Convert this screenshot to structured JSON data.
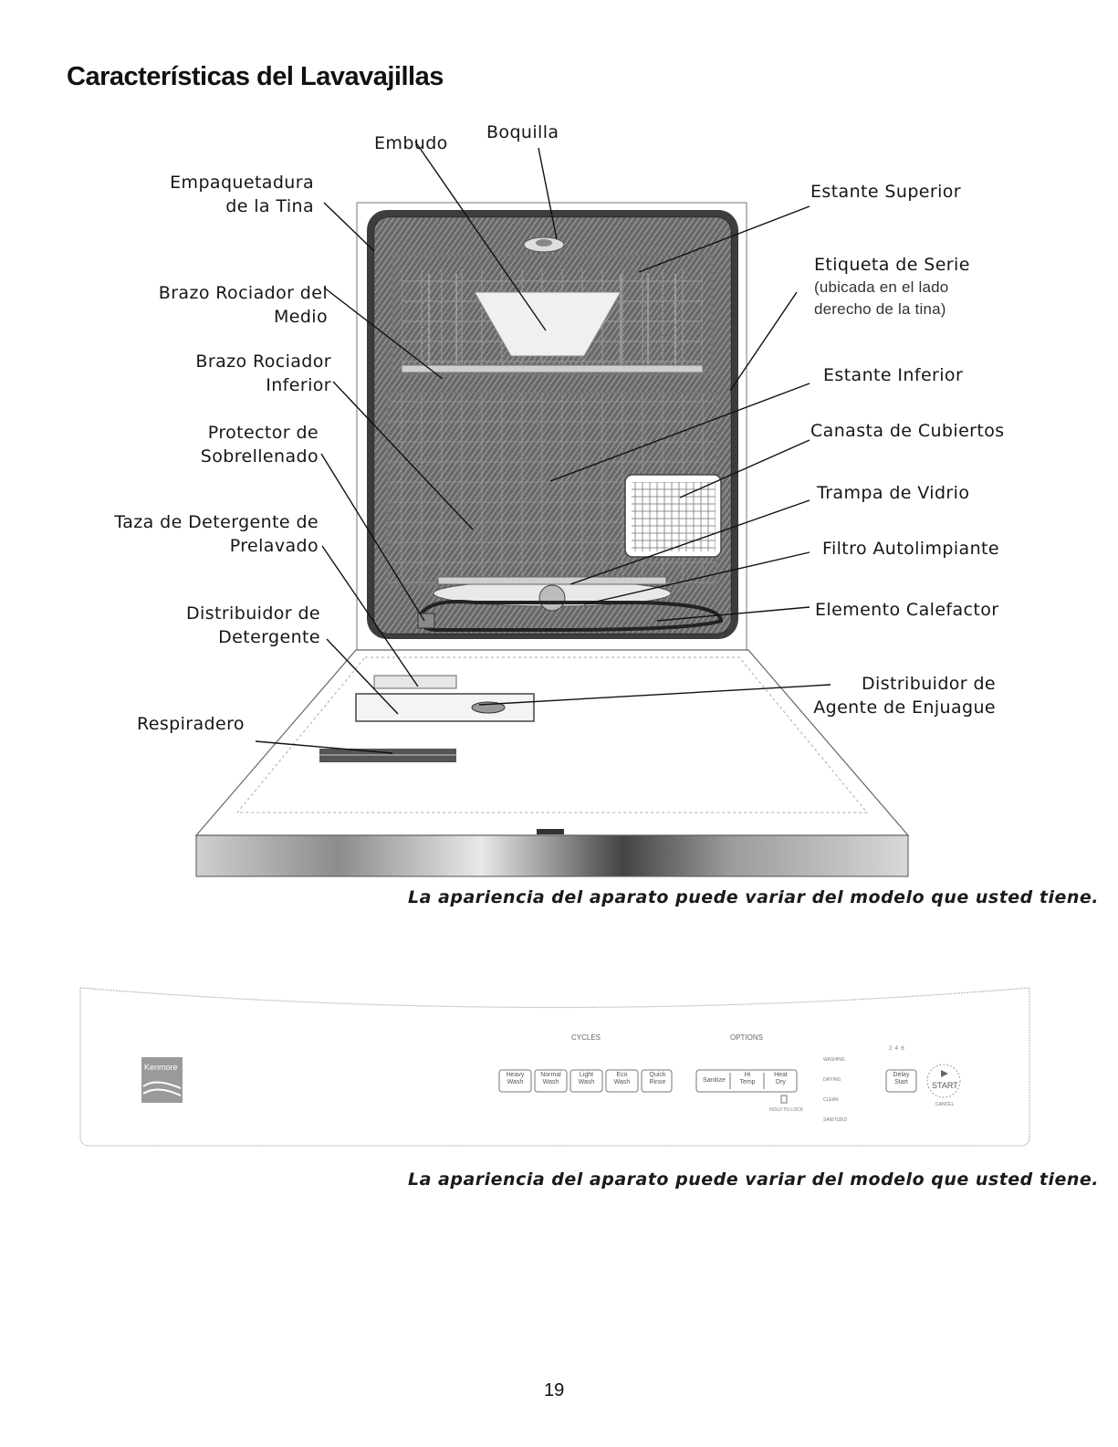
{
  "page": {
    "title": "Características del Lavavajillas",
    "page_number": "19",
    "caption_top": "La apariencia del aparato puede variar del modelo que usted tiene.",
    "caption_bottom": "La apariencia del aparato puede variar del modelo que usted tiene."
  },
  "labels": {
    "embudo": "Embudo",
    "boquilla": "Boquilla",
    "empaquetadura_1": "Empaquetadura",
    "empaquetadura_2": "de la Tina",
    "brazo_medio_1": "Brazo Rociador del",
    "brazo_medio_2": "Medio",
    "brazo_inferior_1": "Brazo Rociador",
    "brazo_inferior_2": "Inferior",
    "protector_1": "Protector de",
    "protector_2": "Sobrellenado",
    "taza_1": "Taza de Detergente de",
    "taza_2": "Prelavado",
    "distribuidor_det_1": "Distribuidor de",
    "distribuidor_det_2": "Detergente",
    "respiradero": "Respiradero",
    "estante_superior": "Estante Superior",
    "etiqueta_1": "Etiqueta de Serie",
    "etiqueta_2": "(ubicada en el lado",
    "etiqueta_3": "derecho de la tina)",
    "estante_inferior": "Estante Inferior",
    "canasta": "Canasta de Cubiertos",
    "trampa": "Trampa de Vidrio",
    "filtro": "Filtro Autolimpiante",
    "elemento": "Elemento Calefactor",
    "agente_1": "Distribuidor de",
    "agente_2": "Agente de Enjuague"
  },
  "control_panel": {
    "brand": "Kenmore",
    "cycles_heading": "CYCLES",
    "options_heading": "OPTIONS",
    "cycles": [
      {
        "line1": "Heavy",
        "line2": "Wash"
      },
      {
        "line1": "Normal",
        "line2": "Wash"
      },
      {
        "line1": "Light",
        "line2": "Wash"
      },
      {
        "line1": "Eco",
        "line2": "Wash"
      },
      {
        "line1": "Quick",
        "line2": "Rinse"
      }
    ],
    "options": {
      "sanitize": "Sanitize",
      "hi_temp_1": "Hi",
      "hi_temp_2": "Temp",
      "heat_dry_1": "Heat",
      "heat_dry_2": "Dry",
      "hold_to_lock": "HOLD TO LOCK"
    },
    "status": [
      "WASHING",
      "DRYING",
      "CLEAN",
      "SANITIZED"
    ],
    "delay_hours": "2  4  6",
    "delay_1": "Delay",
    "delay_2": "Start",
    "start": "START",
    "cancel": "CANCEL"
  }
}
